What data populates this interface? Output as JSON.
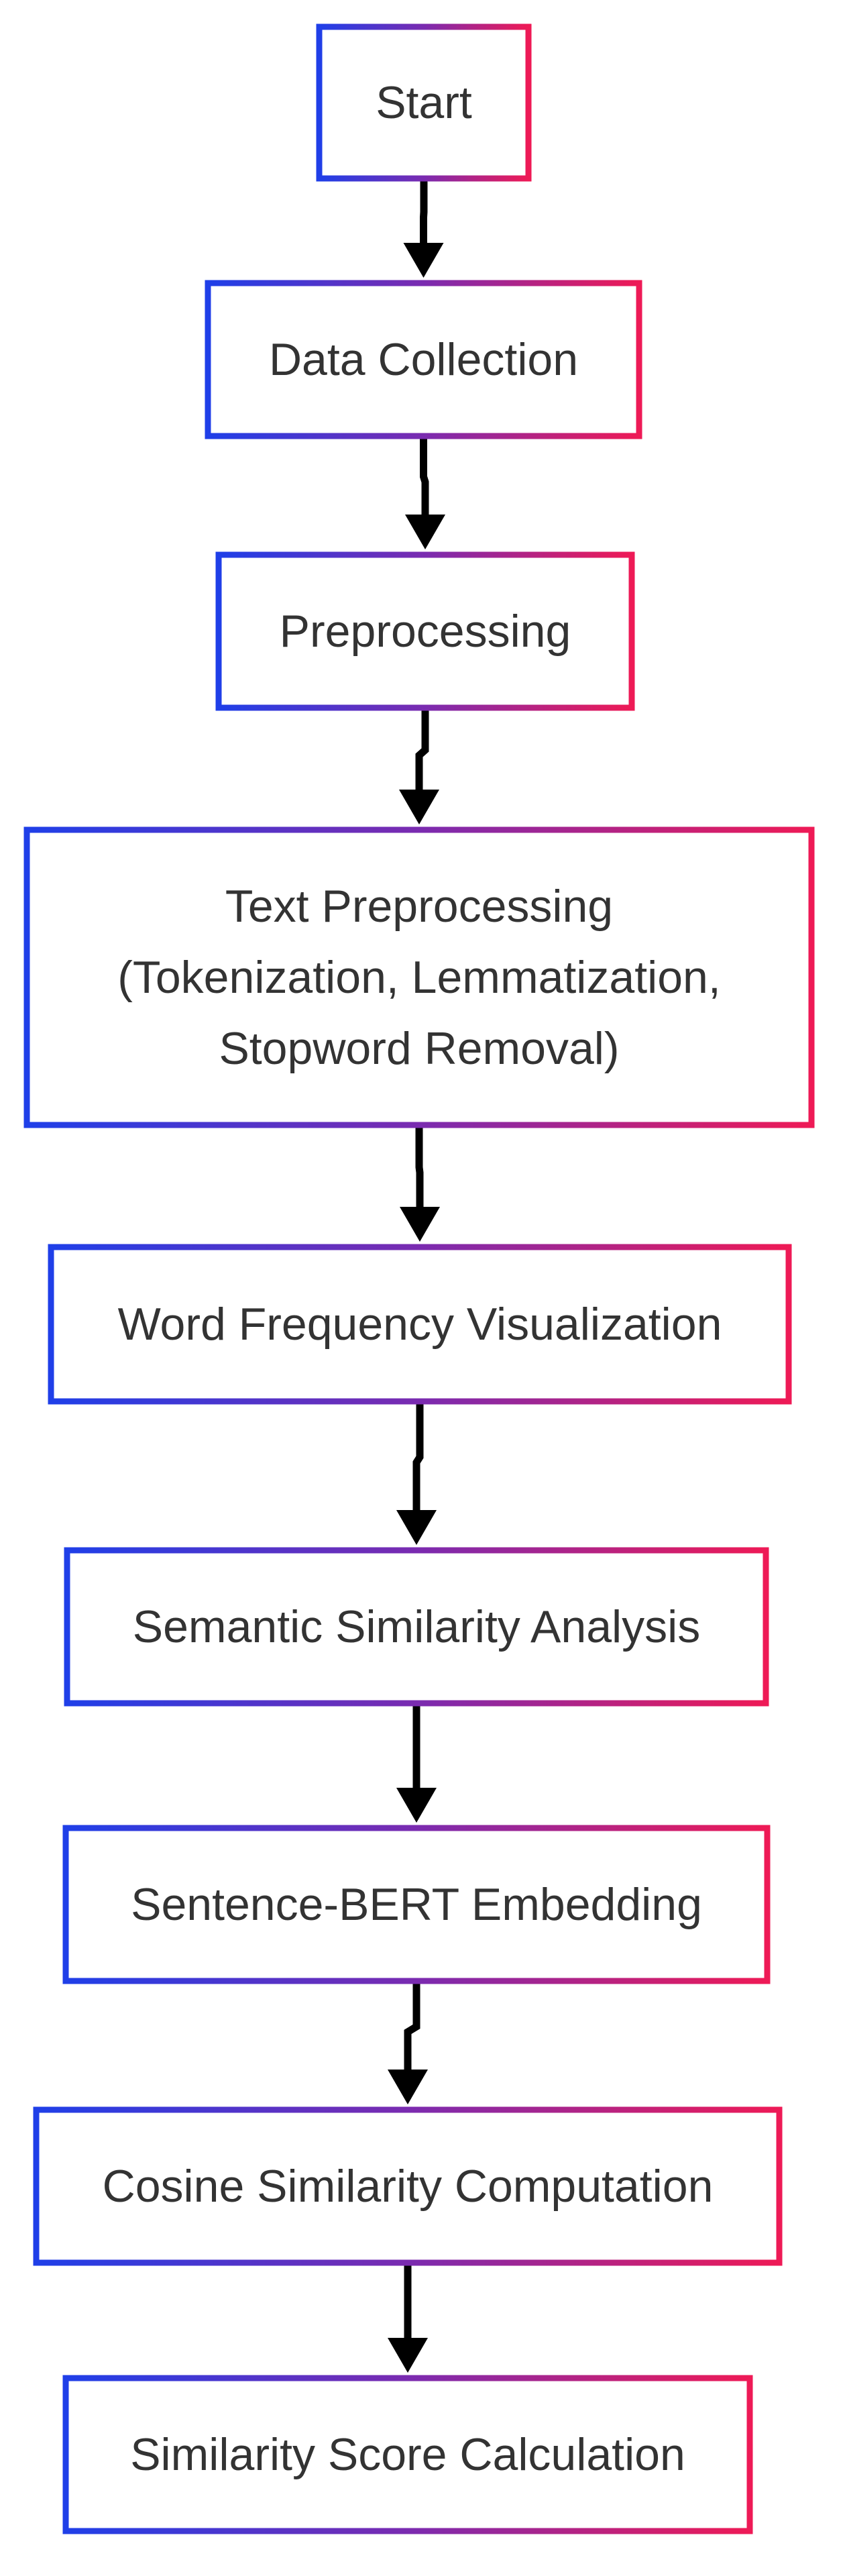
{
  "flowchart": {
    "nodes": [
      {
        "id": "start",
        "lines": [
          "Start"
        ]
      },
      {
        "id": "data-collection",
        "lines": [
          "Data Collection"
        ]
      },
      {
        "id": "preprocessing",
        "lines": [
          "Preprocessing"
        ]
      },
      {
        "id": "text-preprocessing",
        "lines": [
          "Text Preprocessing",
          "(Tokenization, Lemmatization,",
          "Stopword Removal)"
        ]
      },
      {
        "id": "word-frequency-visualization",
        "lines": [
          "Word Frequency Visualization"
        ]
      },
      {
        "id": "semantic-similarity-analysis",
        "lines": [
          "Semantic Similarity Analysis"
        ]
      },
      {
        "id": "sentence-bert-embedding",
        "lines": [
          "Sentence-BERT Embedding"
        ]
      },
      {
        "id": "cosine-similarity-computation",
        "lines": [
          "Cosine Similarity Computation"
        ]
      },
      {
        "id": "similarity-score-calculation",
        "lines": [
          "Similarity Score Calculation"
        ]
      }
    ],
    "edges": [
      {
        "from": "start",
        "to": "data-collection"
      },
      {
        "from": "data-collection",
        "to": "preprocessing"
      },
      {
        "from": "preprocessing",
        "to": "text-preprocessing"
      },
      {
        "from": "text-preprocessing",
        "to": "word-frequency-visualization"
      },
      {
        "from": "word-frequency-visualization",
        "to": "semantic-similarity-analysis"
      },
      {
        "from": "semantic-similarity-analysis",
        "to": "sentence-bert-embedding"
      },
      {
        "from": "sentence-bert-embedding",
        "to": "cosine-similarity-computation"
      },
      {
        "from": "cosine-similarity-computation",
        "to": "similarity-score-calculation"
      }
    ],
    "colors": {
      "border_gradient_start": "#1f3fe8",
      "border_gradient_mid": "#7a2bb0",
      "border_gradient_end": "#ee1a56",
      "node_fill": "#ffffff",
      "text": "#333333",
      "arrow": "#000000"
    }
  }
}
